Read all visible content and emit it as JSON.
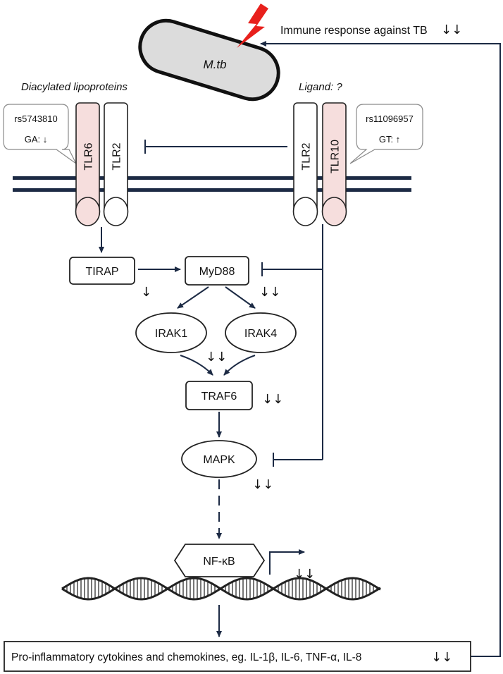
{
  "diagram": {
    "pathogen": "M.tb",
    "immune_response": "Immune response against TB",
    "immune_response_arrows": "↓↓",
    "left_ligand": "Diacylated lipoproteins",
    "right_ligand": "Ligand: ?",
    "left_snp": {
      "id": "rs5743810",
      "genotype": "GA: ↓"
    },
    "right_snp": {
      "id": "rs11096957",
      "genotype": "GT: ↑"
    },
    "receptors": {
      "tlr6": "TLR6",
      "tlr2_left": "TLR2",
      "tlr2_right": "TLR2",
      "tlr10": "TLR10"
    },
    "nodes": {
      "tirap": "TIRAP",
      "myd88": "MyD88",
      "irak1": "IRAK1",
      "irak4": "IRAK4",
      "traf6": "TRAF6",
      "mapk": "MAPK",
      "nfkb": "NF-κB"
    },
    "arrows": {
      "tirap": "↓",
      "myd88": "↓↓",
      "irak": "↓↓",
      "traf6": "↓↓",
      "mapk": "↓↓",
      "nfkb": "↓↓"
    },
    "output": "Pro-inflammatory cytokines and chemokines,  eg. IL-1β, IL-6, TNF-α, IL-8",
    "output_arrows": "↓↓",
    "colors": {
      "line": "#1c2a44",
      "membrane": "#1c2a44",
      "tlr_pink": "#f6dedd",
      "bacterium": "#dcdcdc",
      "lightning": "#e8201c"
    }
  }
}
